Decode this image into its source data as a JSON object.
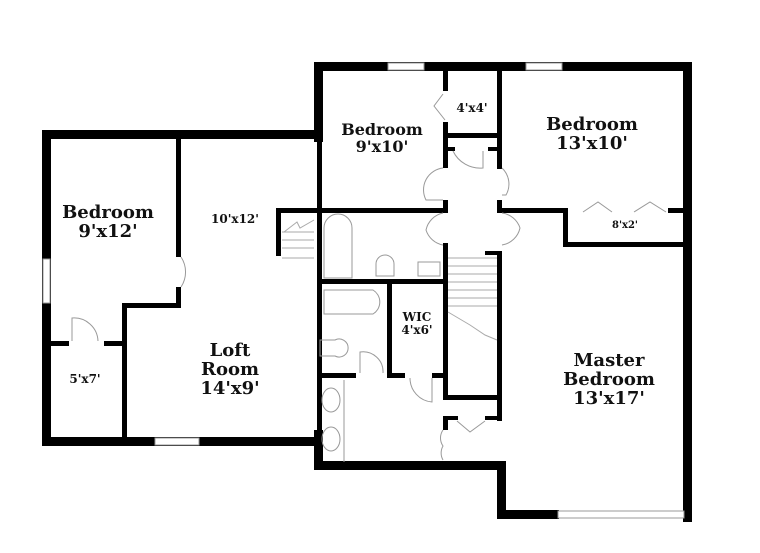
{
  "plan": {
    "type": "floor plan",
    "level": "upper floor",
    "wall_color": "#000000",
    "fixture_color": "#9a9a9a",
    "background": "#ffffff"
  },
  "rooms": [
    {
      "id": "bedroom-west",
      "name": "Bedroom",
      "dims": "9'x12'"
    },
    {
      "id": "room-10x12",
      "name": "",
      "dims": "10'x12'"
    },
    {
      "id": "closet-5x7",
      "name": "",
      "dims": "5'x7'"
    },
    {
      "id": "loft",
      "name": "Loft Room",
      "name_line1": "Loft",
      "name_line2": "Room",
      "dims": "14'x9'"
    },
    {
      "id": "bedroom-north",
      "name": "Bedroom",
      "dims": "9'x10'"
    },
    {
      "id": "closet-4x4",
      "name": "",
      "dims": "4'x4'"
    },
    {
      "id": "bedroom-northeast",
      "name": "Bedroom",
      "dims": "13'x10'"
    },
    {
      "id": "closet-8x2",
      "name": "",
      "dims": "8'x2'"
    },
    {
      "id": "wic",
      "name": "WIC",
      "dims": "4'x6'"
    },
    {
      "id": "master",
      "name": "Master Bedroom",
      "name_line1": "Master",
      "name_line2": "Bedroom",
      "dims": "13'x17'"
    }
  ]
}
